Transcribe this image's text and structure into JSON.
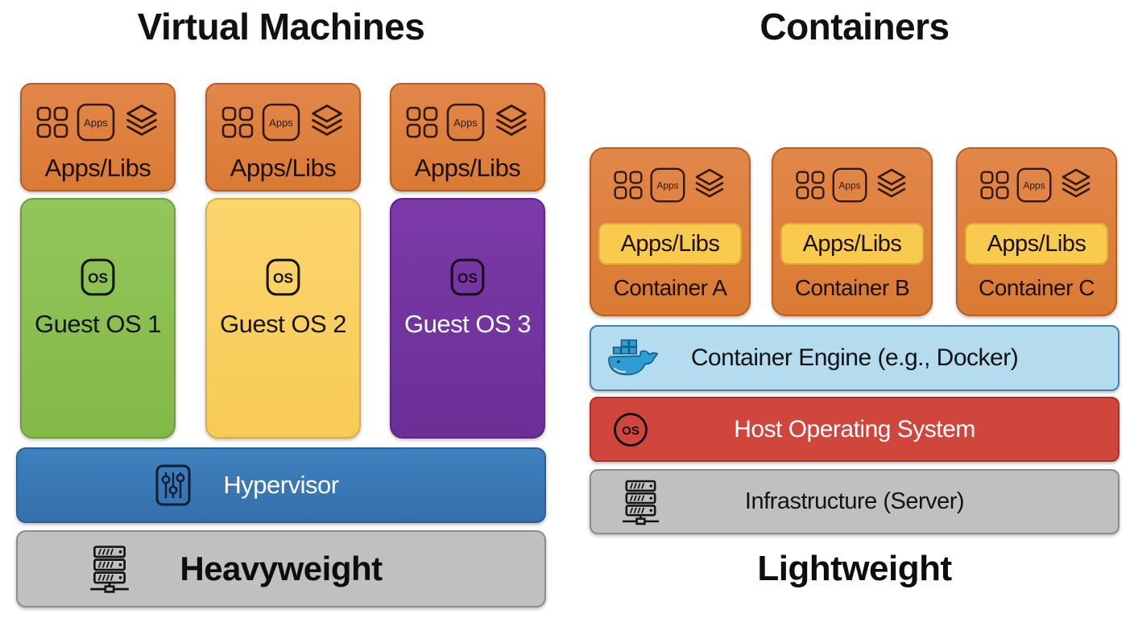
{
  "vm": {
    "title": "Virtual Machines",
    "app_boxes": [
      {
        "label": "Apps/Libs",
        "badge": "Apps"
      },
      {
        "label": "Apps/Libs",
        "badge": "Apps"
      },
      {
        "label": "Apps/Libs",
        "badge": "Apps"
      }
    ],
    "guest_os_boxes": [
      {
        "label": "Guest OS 1",
        "icon_text": "OS",
        "color": "#8DC153"
      },
      {
        "label": "Guest OS 2",
        "icon_text": "OS",
        "color": "#FBD264"
      },
      {
        "label": "Guest OS 3",
        "icon_text": "OS",
        "color": "#7434A2"
      }
    ],
    "hypervisor_label": "Hypervisor",
    "weight_label": "Heavyweight"
  },
  "containers": {
    "title": "Containers",
    "boxes": [
      {
        "name": "Container A",
        "apps_libs": "Apps/Libs",
        "badge": "Apps"
      },
      {
        "name": "Container B",
        "apps_libs": "Apps/Libs",
        "badge": "Apps"
      },
      {
        "name": "Container C",
        "apps_libs": "Apps/Libs",
        "badge": "Apps"
      }
    ],
    "engine_label": "Container Engine (e.g., Docker)",
    "host_os_label": "Host Operating System",
    "host_os_icon_text": "OS",
    "infrastructure_label": "Infrastructure (Server)",
    "weight_label": "Lightweight"
  },
  "colors": {
    "apps_orange": "#DF8140",
    "apps_orange_border": "#BC5E1E",
    "inner_apps_yellow": "#F8CA4D",
    "guest_green": "#8DC153",
    "guest_yellow": "#FBD264",
    "guest_purple": "#7434A2",
    "hypervisor_blue": "#3878B4",
    "engine_light_blue": "#B5DBEE",
    "host_red": "#CF4038",
    "infra_gray": "#BDBDBD",
    "docker_blue": "#2F9CD4"
  },
  "icons": {
    "app_grid": "app-grid-icon",
    "apps_badge": "apps-badge-icon",
    "layers": "layers-icon",
    "os_square": "os-square-icon",
    "sliders": "sliders-icon",
    "server": "server-icon",
    "docker_whale": "docker-whale-icon",
    "os_circle": "os-circle-icon"
  }
}
